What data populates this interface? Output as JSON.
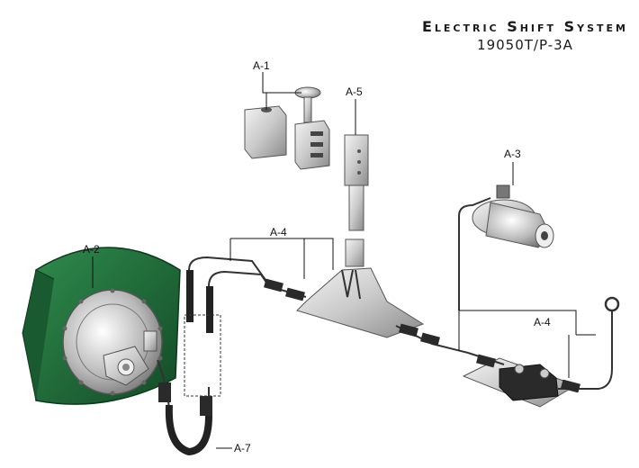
{
  "header": {
    "title": "Electric Shift System",
    "part_number": "19050T/P-3A"
  },
  "callouts": {
    "a1": "A-1",
    "a2": "A-2",
    "a3": "A-3",
    "a4_top": "A-4",
    "a4_right": "A-4",
    "a5": "A-5",
    "a7": "A-7"
  },
  "colors": {
    "housing_green": "#1f6b3a",
    "metal": "#c8c8c8",
    "cable": "#333333"
  }
}
